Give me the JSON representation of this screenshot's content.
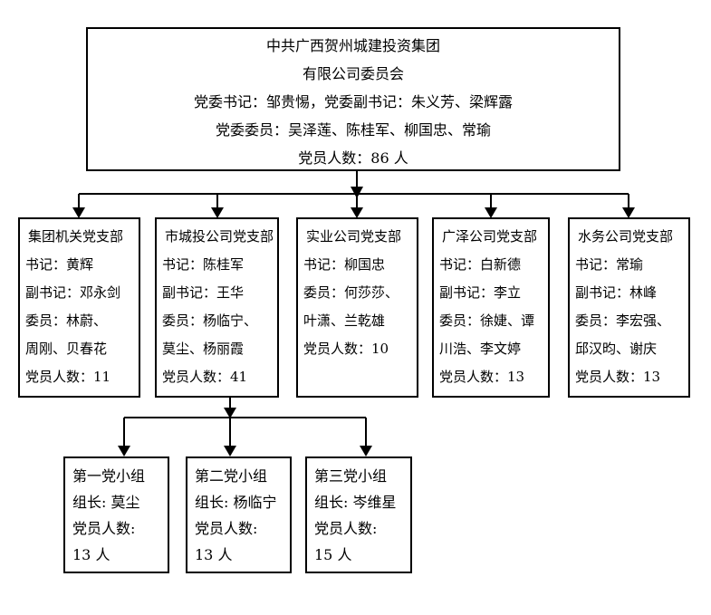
{
  "colors": {
    "border": "#000000",
    "background": "#ffffff",
    "text": "#000000",
    "connector": "#000000"
  },
  "root_box": {
    "lines": [
      "中共广西贺州城建投资集团",
      "有限公司委员会",
      "党委书记：邹贵惕，党委副书记：朱义芳、梁辉露",
      "党委委员：吴泽莲、陈桂军、柳国忠、常瑜",
      "党员人数：86 人"
    ]
  },
  "branch_boxes": [
    {
      "lines": [
        "集团机关党支部",
        "书记：黄辉",
        "副书记：邓永剑",
        "委员：林蔚、",
        "周刚、贝春花",
        "党员人数：11"
      ]
    },
    {
      "lines": [
        "市城投公司党支部",
        "书记：陈桂军",
        "副书记：王华",
        "委员：杨临宁、",
        "莫尘、杨丽霞",
        "党员人数：41"
      ]
    },
    {
      "lines": [
        "实业公司党支部",
        "书记：柳国忠",
        "委员：何莎莎、",
        "叶潇、兰乾雄",
        "党员人数：10"
      ]
    },
    {
      "lines": [
        "广泽公司党支部",
        "书记：白新德",
        "副书记：李立",
        "委员：徐婕、谭",
        "川浩、李文婷",
        "党员人数：13"
      ]
    },
    {
      "lines": [
        "水务公司党支部",
        "书记：常瑜",
        "副书记：林峰",
        "委员：李宏强、",
        "邱汉昀、谢庆",
        "党员人数：13"
      ]
    }
  ],
  "group_boxes": [
    {
      "lines": [
        "第一党小组",
        "组长: 莫尘",
        "党员人数:",
        "13 人"
      ]
    },
    {
      "lines": [
        "第二党小组",
        "组长: 杨临宁",
        "党员人数:",
        "13 人"
      ]
    },
    {
      "lines": [
        "第三党小组",
        "组长: 岑维星",
        "党员人数:",
        "15 人"
      ]
    }
  ]
}
